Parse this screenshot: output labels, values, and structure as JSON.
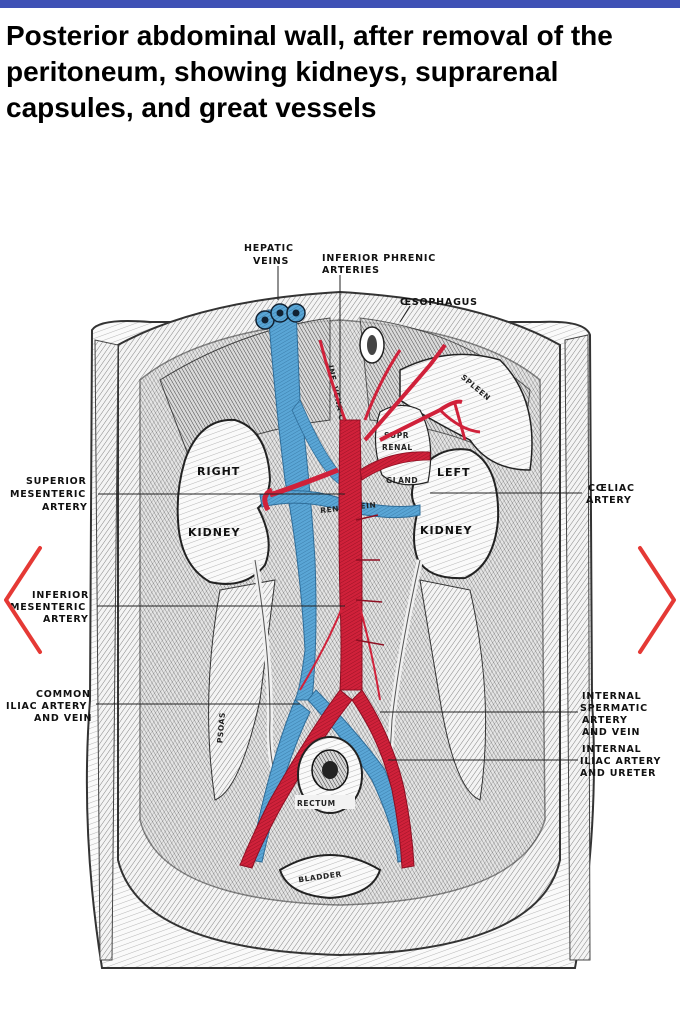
{
  "header": {
    "title": "Posterior abdominal wall, after removal of the peritoneum, showing kidneys, suprarenal capsules, and great vessels"
  },
  "colors": {
    "accent_bar": "#3f51b5",
    "artery": "#d0213a",
    "vein": "#4a97c9",
    "nav_arrow": "#e53935"
  },
  "labels": {
    "hepatic_1": "HEPATIC",
    "hepatic_2": "VEINS",
    "phrenic_1": "INFERIOR PHRENIC",
    "phrenic_2": "ARTERIES",
    "oesophagus": "ŒSOPHAGUS",
    "sup_mes_1": "SUPERIOR",
    "sup_mes_2": "MESENTERIC",
    "sup_mes_3": "ARTERY",
    "coeliac_1": "CŒLIAC",
    "coeliac_2": "ARTERY",
    "inf_mes_1": "INFERIOR",
    "inf_mes_2": "MESENTERIC",
    "inf_mes_3": "ARTERY",
    "common_iliac_1": "COMMON",
    "common_iliac_2": "ILIAC ARTERY",
    "common_iliac_3": "AND VEIN",
    "int_sperm_1": "INTERNAL",
    "int_sperm_2": "SPERMATIC",
    "int_sperm_3": "ARTERY",
    "int_sperm_4": "AND VEIN",
    "int_iliac_1": "INTERNAL",
    "int_iliac_2": "ILIAC ARTERY",
    "int_iliac_3": "AND URETER",
    "right": "RIGHT",
    "left": "LEFT",
    "kidney_right": "KIDNEY",
    "kidney_left": "KIDNEY",
    "spleen": "SPLEEN",
    "supra_1": "SUPR",
    "supra_2": "RENAL",
    "gland": "GLAND",
    "rectum": "RECTUM",
    "bladder": "BLADDER",
    "vena_cava": "INF. VENA CAVA",
    "renal_vein": "RENAL VEIN",
    "psoas": "PSOAS"
  },
  "nav": {
    "prev_icon": "chevron-left-icon",
    "next_icon": "chevron-right-icon"
  }
}
